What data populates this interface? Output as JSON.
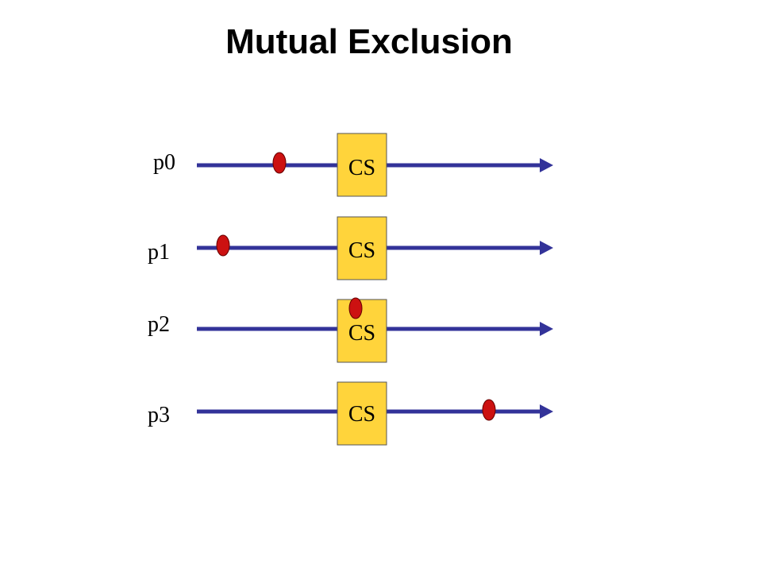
{
  "title": "Mutual Exclusion",
  "colors": {
    "timeline": "#333399",
    "cs_box": "#FFD43B",
    "cs_border": "#555555",
    "token": "#CC1111",
    "token_border": "#660000"
  },
  "processes": [
    {
      "label": "p0",
      "cs_label": "CS",
      "token_position": "before-cs"
    },
    {
      "label": "p1",
      "cs_label": "CS",
      "token_position": "before-cs"
    },
    {
      "label": "p2",
      "cs_label": "CS",
      "token_position": "in-cs"
    },
    {
      "label": "p3",
      "cs_label": "CS",
      "token_position": "after-cs"
    }
  ]
}
